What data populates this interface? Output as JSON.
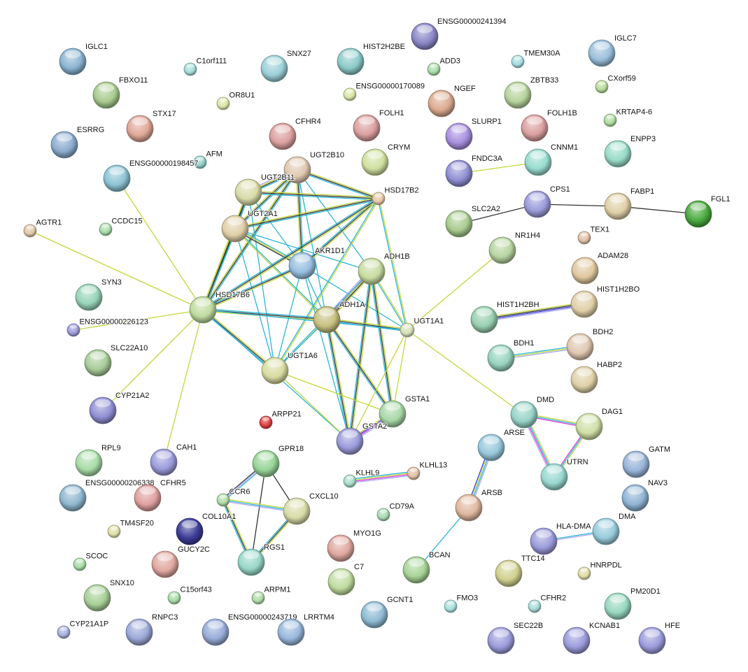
{
  "title": "STRING protein interaction network",
  "edge_colors": {
    "k": "#333333",
    "c": "#2bb5d6",
    "y": "#c3d63a",
    "b": "#3838e0",
    "m": "#d838d8",
    "l": "#a8a8f0"
  },
  "nodes": [
    {
      "label": "IGLC1",
      "color": "#8cb4d2"
    },
    {
      "label": "C1orf111",
      "color": "#a6dcd8"
    },
    {
      "label": "SNX27",
      "color": "#9cd0d8"
    },
    {
      "label": "ENSG00000241394",
      "color": "#8c88c8"
    },
    {
      "label": "HIST2H2BE",
      "color": "#8ccac8"
    },
    {
      "label": "ADD3",
      "color": "#a8dca8"
    },
    {
      "label": "TMEM30A",
      "color": "#a6dce0"
    },
    {
      "label": "IGLC7",
      "color": "#9cc0dc"
    },
    {
      "label": "FBXO11",
      "color": "#a8cc90"
    },
    {
      "label": "OR8U1",
      "color": "#dce6a8"
    },
    {
      "label": "ENSG00000170089",
      "color": "#d8e6a8"
    },
    {
      "label": "ZBTB33",
      "color": "#b8d49c"
    },
    {
      "label": "CXorf59",
      "color": "#b8dc98"
    },
    {
      "label": "STX17",
      "color": "#e0a898"
    },
    {
      "label": "NGEF",
      "color": "#dcaa90"
    },
    {
      "label": "FOLH1",
      "color": "#dca0a0"
    },
    {
      "label": "FOLH1B",
      "color": "#dca0a0"
    },
    {
      "label": "KRTAP4-6",
      "color": "#b0dca0"
    },
    {
      "label": "ESRRG",
      "color": "#8cacd0"
    },
    {
      "label": "CFHR4",
      "color": "#dca0a0"
    },
    {
      "label": "SLURP1",
      "color": "#a890e0"
    },
    {
      "label": "CRYM",
      "color": "#d0e0a0"
    },
    {
      "label": "AFM",
      "color": "#90d0c8"
    },
    {
      "label": "ENSG00000198457",
      "color": "#8cc4d4"
    },
    {
      "label": "UGT2B10",
      "color": "#e0c8b0"
    },
    {
      "label": "FNDC3A",
      "color": "#9090d4"
    },
    {
      "label": "CNNM1",
      "color": "#98dcd0"
    },
    {
      "label": "ENPP3",
      "color": "#98dcc8"
    },
    {
      "label": "UGT2B11",
      "color": "#d8dca8"
    },
    {
      "label": "HSD17B2",
      "color": "#e8c8a8"
    },
    {
      "label": "CPS1",
      "color": "#9c9cdc"
    },
    {
      "label": "FABP1",
      "color": "#e0d0a8"
    },
    {
      "label": "FGL1",
      "color": "#4caa40"
    },
    {
      "label": "SLC2A2",
      "color": "#a8cc90"
    },
    {
      "label": "AGTR1",
      "color": "#e0c8a8"
    },
    {
      "label": "CCDC15",
      "color": "#a8dca8"
    },
    {
      "label": "UGT2A1",
      "color": "#e0d0a8"
    },
    {
      "label": "TEX1",
      "color": "#e0c0a8"
    },
    {
      "label": "NR1H4",
      "color": "#b8d4a0"
    },
    {
      "label": "AKR1D1",
      "color": "#98c0e0"
    },
    {
      "label": "ADH1B",
      "color": "#c8dca0"
    },
    {
      "label": "ADAM28",
      "color": "#e0c8a0"
    },
    {
      "label": "SYN3",
      "color": "#98d4b8"
    },
    {
      "label": "HSD17B6",
      "color": "#c0dca0"
    },
    {
      "label": "HIST1H2BO",
      "color": "#e0d0a8"
    },
    {
      "label": "ADH1A",
      "color": "#c8c080"
    },
    {
      "label": "HIST1H2BH",
      "color": "#98d0b0"
    },
    {
      "label": "UGT1A1",
      "color": "#d8e0b8"
    },
    {
      "label": "ENSG00000226123",
      "color": "#9c9cdc"
    },
    {
      "label": "BDH2",
      "color": "#e0c8b0"
    },
    {
      "label": "SLC22A10",
      "color": "#a8cc98"
    },
    {
      "label": "UGT1A6",
      "color": "#d8dca0"
    },
    {
      "label": "BDH1",
      "color": "#98d4c0"
    },
    {
      "label": "HABP2",
      "color": "#e0d0a8"
    },
    {
      "label": "CYP21A2",
      "color": "#9090d4"
    },
    {
      "label": "GSTA1",
      "color": "#a8d8a8"
    },
    {
      "label": "DMD",
      "color": "#98d4c8"
    },
    {
      "label": "DAG1",
      "color": "#d0e0a8"
    },
    {
      "label": "ARPP21",
      "color": "#e04040"
    },
    {
      "label": "GSTA2",
      "color": "#9c9cdc"
    },
    {
      "label": "ARSE",
      "color": "#98c8dc"
    },
    {
      "label": "RPL9",
      "color": "#a8dca8"
    },
    {
      "label": "CAH1",
      "color": "#9c9cdc"
    },
    {
      "label": "GPR18",
      "color": "#98d498"
    },
    {
      "label": "GATM",
      "color": "#98b4d8"
    },
    {
      "label": "UTRN",
      "color": "#98d8d0"
    },
    {
      "label": "KLHL9",
      "color": "#a8dcc8"
    },
    {
      "label": "KLHL13",
      "color": "#e0c0a8"
    },
    {
      "label": "ENSG00000206338",
      "color": "#90b8d0"
    },
    {
      "label": "CFHR5",
      "color": "#e0a0a0"
    },
    {
      "label": "NAV3",
      "color": "#90b4d4"
    },
    {
      "label": "CCR6",
      "color": "#b0dca8"
    },
    {
      "label": "CXCL10",
      "color": "#d8dca8"
    },
    {
      "label": "ARSB",
      "color": "#e0b8a0"
    },
    {
      "label": "CD79A",
      "color": "#a8dcb0"
    },
    {
      "label": "COL10A1",
      "color": "#3c3c98"
    },
    {
      "label": "TM4SF20",
      "color": "#e0e0a8"
    },
    {
      "label": "DMA",
      "color": "#98ccdc"
    },
    {
      "label": "HLA-DMA",
      "color": "#9c9cdc"
    },
    {
      "label": "MYO1G",
      "color": "#e0a8a0"
    },
    {
      "label": "GUCY2C",
      "color": "#e0a8a0"
    },
    {
      "label": "RGS1",
      "color": "#98d8c8"
    },
    {
      "label": "SCOC",
      "color": "#a8dca8"
    },
    {
      "label": "BCAN",
      "color": "#a8d498"
    },
    {
      "label": "TTC14",
      "color": "#d0d090"
    },
    {
      "label": "HNRPDL",
      "color": "#e0dca8"
    },
    {
      "label": "C7",
      "color": "#c0dca0"
    },
    {
      "label": "SNX10",
      "color": "#a8d098"
    },
    {
      "label": "C15orf43",
      "color": "#a8dca8"
    },
    {
      "label": "ARPM1",
      "color": "#b0dca8"
    },
    {
      "label": "FMO3",
      "color": "#a8e0dc"
    },
    {
      "label": "CFHR2",
      "color": "#a8dcd8"
    },
    {
      "label": "PM20D1",
      "color": "#98d8c0"
    },
    {
      "label": "GCNT1",
      "color": "#90bcd4"
    },
    {
      "label": "CYP21A1P",
      "color": "#a8b0e0"
    },
    {
      "label": "RNPC3",
      "color": "#9ca8d8"
    },
    {
      "label": "ENSG00000243719",
      "color": "#98acd8"
    },
    {
      "label": "LRRTM4",
      "color": "#98b8dc"
    },
    {
      "label": "SEC22B",
      "color": "#9c9cdc"
    },
    {
      "label": "KCNAB1",
      "color": "#9c9cdc"
    },
    {
      "label": "HFE",
      "color": "#9c9cdc"
    }
  ],
  "edges": [
    [
      "UGT2B10",
      "UGT2B11",
      "ckyl"
    ],
    [
      "UGT2B10",
      "UGT2A1",
      "cky"
    ],
    [
      "UGT2B10",
      "HSD17B2",
      "ykc"
    ],
    [
      "UGT2B10",
      "AKR1D1",
      "cky"
    ],
    [
      "UGT2B10",
      "ADH1B",
      "c"
    ],
    [
      "UGT2B10",
      "HSD17B6",
      "cky"
    ],
    [
      "UGT2B10",
      "ADH1A",
      "c"
    ],
    [
      "UGT2B11",
      "HSD17B2",
      "ykc"
    ],
    [
      "UGT2B11",
      "UGT2A1",
      "cky"
    ],
    [
      "UGT2B11",
      "AKR1D1",
      "c"
    ],
    [
      "UGT2B11",
      "HSD17B6",
      "cky"
    ],
    [
      "UGT2B11",
      "UGT1A6",
      "c"
    ],
    [
      "UGT2A1",
      "HSD17B2",
      "ykc"
    ],
    [
      "UGT2A1",
      "AKR1D1",
      "cyk"
    ],
    [
      "UGT2A1",
      "ADH1B",
      "c"
    ],
    [
      "UGT2A1",
      "HSD17B6",
      "cky"
    ],
    [
      "UGT2A1",
      "UGT1A6",
      "c"
    ],
    [
      "UGT2A1",
      "ADH1A",
      "cy"
    ],
    [
      "HSD17B2",
      "AKR1D1",
      "ykc"
    ],
    [
      "HSD17B2",
      "HSD17B6",
      "ykc"
    ],
    [
      "HSD17B2",
      "UGT1A1",
      "yc"
    ],
    [
      "HSD17B2",
      "UGT1A6",
      "yc"
    ],
    [
      "AKR1D1",
      "HSD17B6",
      "ykc"
    ],
    [
      "AKR1D1",
      "UGT1A1",
      "c"
    ],
    [
      "AKR1D1",
      "UGT1A6",
      "c"
    ],
    [
      "AKR1D1",
      "GSTA2",
      "c"
    ],
    [
      "AKR1D1",
      "ADH1A",
      "c"
    ],
    [
      "ADH1B",
      "ADH1A",
      "ykbml"
    ],
    [
      "ADH1B",
      "GSTA1",
      "ykc"
    ],
    [
      "ADH1B",
      "GSTA2",
      "ykc"
    ],
    [
      "ADH1B",
      "UGT1A1",
      "yc"
    ],
    [
      "ADH1B",
      "UGT1A6",
      "yc"
    ],
    [
      "ADH1A",
      "HSD17B6",
      "ykc"
    ],
    [
      "ADH1A",
      "UGT1A1",
      "ykc"
    ],
    [
      "ADH1A",
      "GSTA1",
      "ykc"
    ],
    [
      "ADH1A",
      "GSTA2",
      "ykc"
    ],
    [
      "ADH1A",
      "UGT1A6",
      "c"
    ],
    [
      "HSD17B6",
      "UGT1A6",
      "ykc"
    ],
    [
      "HSD17B6",
      "UGT1A1",
      "c"
    ],
    [
      "HSD17B6",
      "GSTA2",
      "c"
    ],
    [
      "UGT1A6",
      "GSTA2",
      "y"
    ],
    [
      "UGT1A6",
      "GSTA1",
      "y"
    ],
    [
      "UGT1A1",
      "GSTA1",
      "y"
    ],
    [
      "UGT1A1",
      "GSTA2",
      "y"
    ],
    [
      "GSTA1",
      "GSTA2",
      "lmby"
    ],
    [
      "HSD17B6",
      "AGTR1",
      "y"
    ],
    [
      "HSD17B6",
      "ENSG00000198457",
      "y"
    ],
    [
      "HSD17B6",
      "ENSG00000226123",
      "y"
    ],
    [
      "HSD17B6",
      "CYP21A2",
      "y"
    ],
    [
      "HSD17B6",
      "CAH1",
      "y"
    ],
    [
      "UGT1A1",
      "NR1H4",
      "y"
    ],
    [
      "UGT1A1",
      "DMD",
      "y"
    ],
    [
      "FNDC3A",
      "CNNM1",
      "y"
    ],
    [
      "SLC2A2",
      "CPS1",
      "k"
    ],
    [
      "CPS1",
      "FABP1",
      "k"
    ],
    [
      "FABP1",
      "FGL1",
      "k"
    ],
    [
      "HIST1H2BH",
      "HIST1H2BO",
      "ykbl"
    ],
    [
      "BDH1",
      "BDH2",
      "cyl"
    ],
    [
      "DMD",
      "DAG1",
      "ycm"
    ],
    [
      "DMD",
      "UTRN",
      "ycml"
    ],
    [
      "DAG1",
      "UTRN",
      "ycm"
    ],
    [
      "ARSE",
      "ARSB",
      "lcyb"
    ],
    [
      "ARSB",
      "BCAN",
      "c"
    ],
    [
      "KLHL9",
      "KLHL13",
      "cyml"
    ],
    [
      "GPR18",
      "CCR6",
      "clk"
    ],
    [
      "GPR18",
      "CXCL10",
      "k"
    ],
    [
      "GPR18",
      "RGS1",
      "k"
    ],
    [
      "CCR6",
      "CXCL10",
      "ycl"
    ],
    [
      "CCR6",
      "RGS1",
      "ykc"
    ],
    [
      "CXCL10",
      "RGS1",
      "ykc"
    ],
    [
      "HLA-DMA",
      "DMA",
      "cl"
    ]
  ]
}
